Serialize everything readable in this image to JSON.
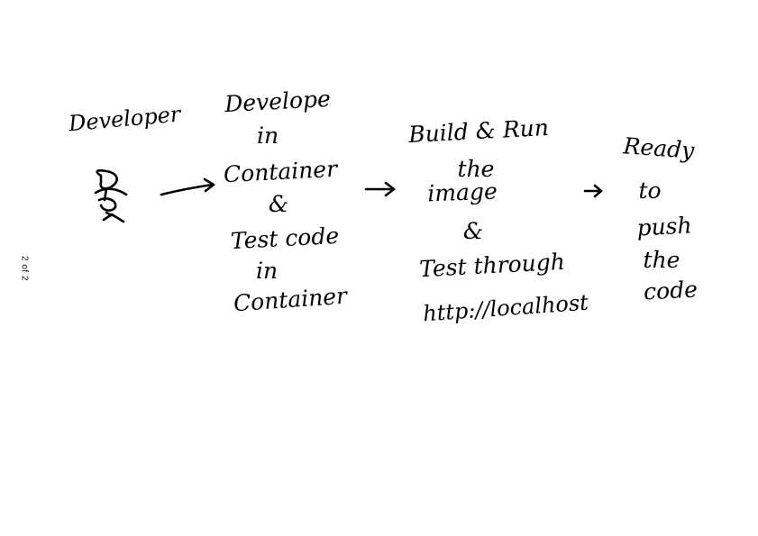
{
  "page_indicator": "2 of 2",
  "diagram": {
    "actor": {
      "label": "Developer",
      "figure_icon": "stick-figure-icon"
    },
    "steps": [
      {
        "lines": [
          "Develope",
          "in",
          "Container",
          "&",
          "Test code",
          "in",
          "Container"
        ]
      },
      {
        "lines": [
          "Build & Run",
          "the",
          "image",
          "&",
          "Test through",
          "http://localhost"
        ]
      },
      {
        "lines": [
          "Ready",
          "to",
          "push",
          "the",
          "code"
        ]
      }
    ],
    "connector_icon": "arrow-right-icon",
    "ink_color": "#000000"
  }
}
